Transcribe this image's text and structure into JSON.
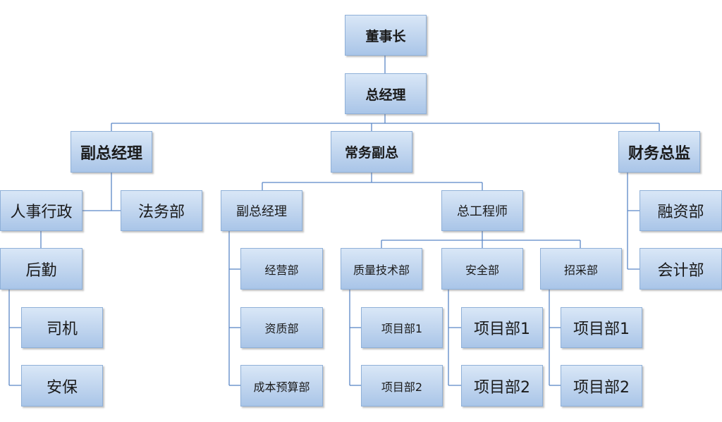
{
  "nodes": {
    "chairman": "董事长",
    "general_manager": "总经理",
    "deputy_gm_left": "副总经理",
    "executive_deputy": "常务副总",
    "finance_director": "财务总监",
    "hr_admin": "人事行政",
    "legal": "法务部",
    "logistics": "后勤",
    "driver": "司机",
    "security": "安保",
    "deputy_gm_center": "副总经理",
    "business_dept": "经营部",
    "qualification_dept": "资质部",
    "cost_budget_dept": "成本预算部",
    "chief_engineer": "总工程师",
    "quality_tech_dept": "质量技术部",
    "safety_dept": "安全部",
    "procurement_dept": "招采部",
    "quality_project1": "项目部1",
    "quality_project2": "项目部2",
    "safety_project1": "项目部1",
    "safety_project2": "项目部2",
    "procure_project1": "项目部1",
    "procure_project2": "项目部2",
    "financing_dept": "融资部",
    "accounting_dept": "会计部"
  }
}
